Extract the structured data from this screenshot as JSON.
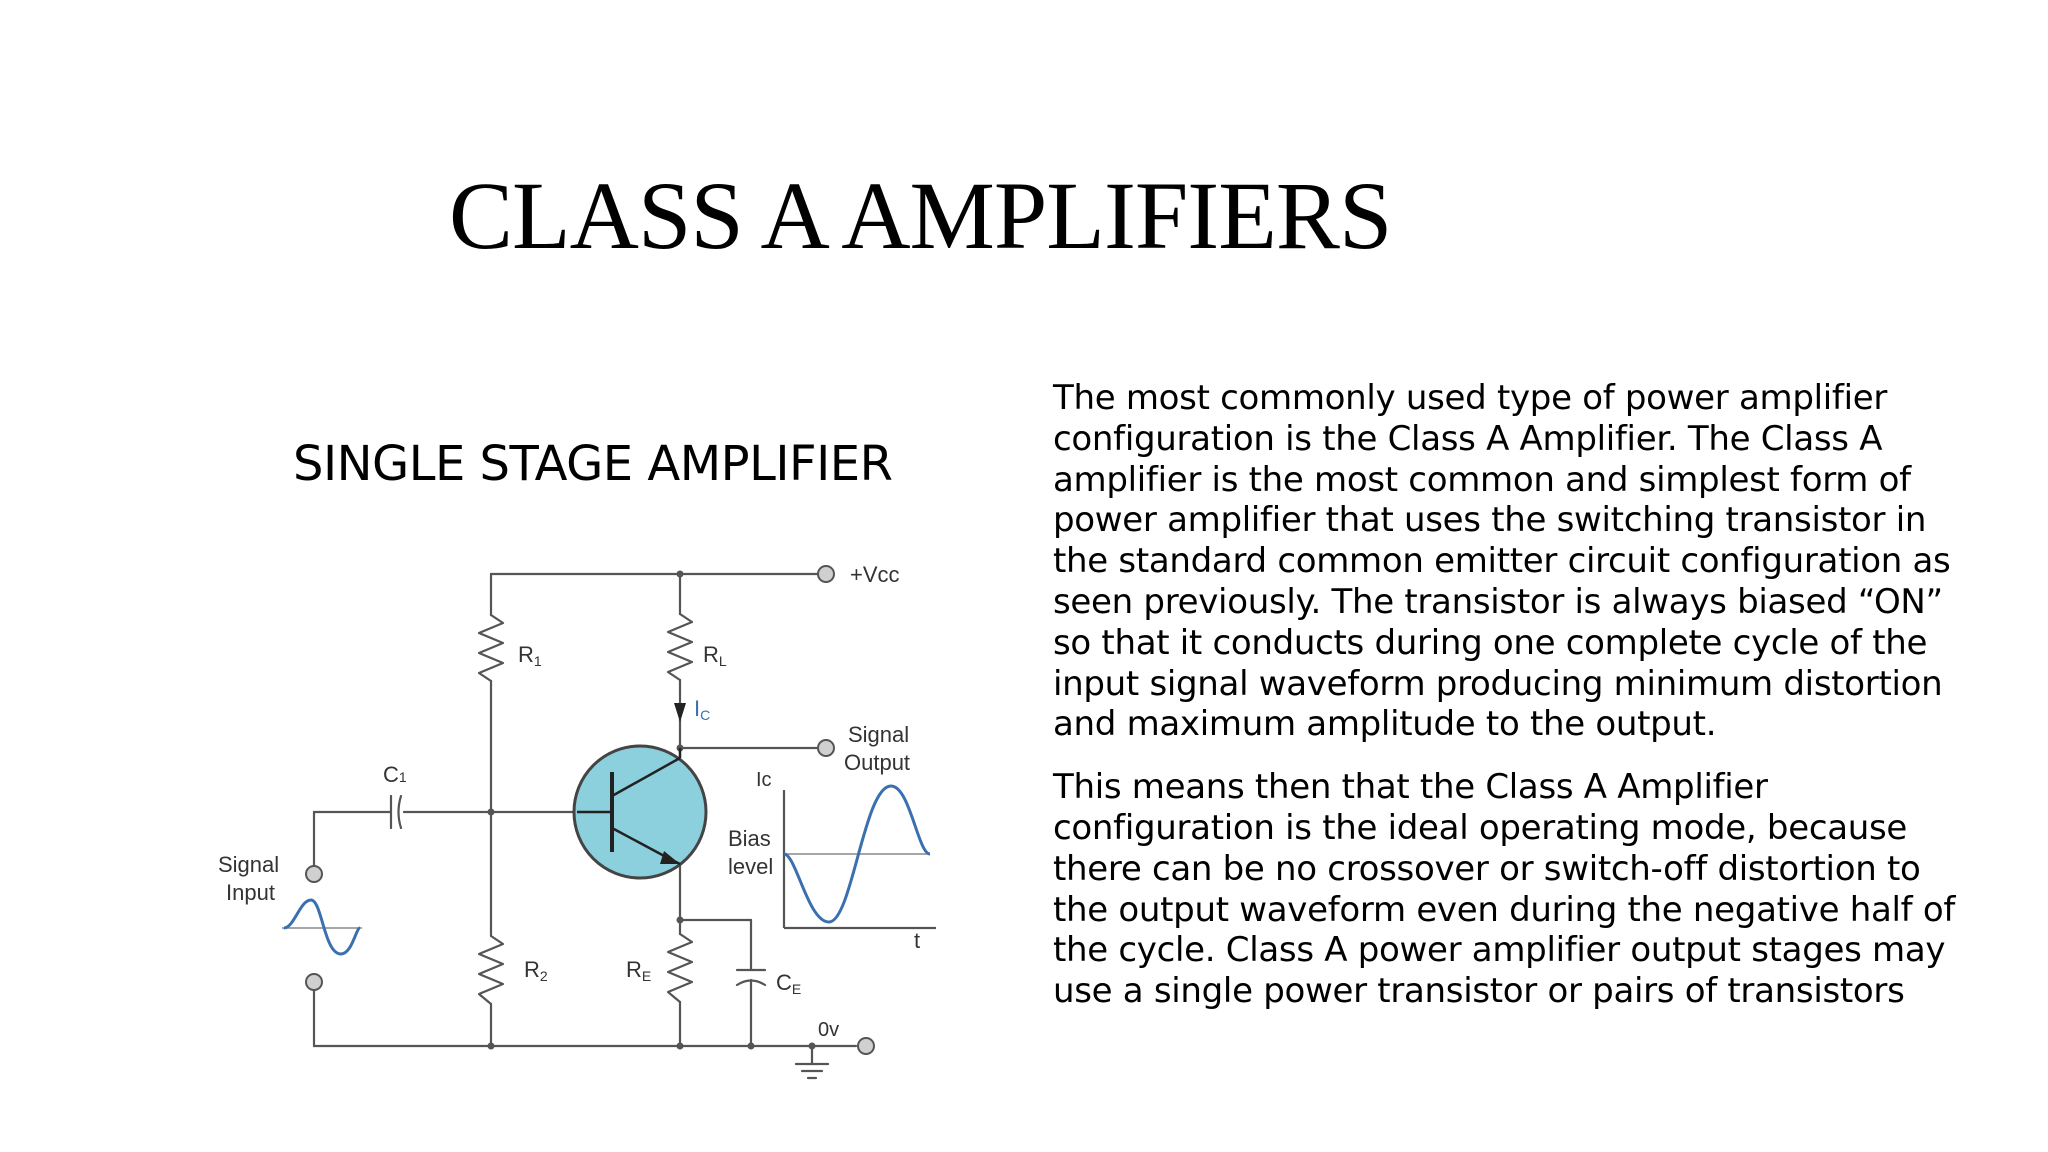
{
  "slide": {
    "title": "CLASS A AMPLIFIERS",
    "subtitle": "SINGLE STAGE AMPLIFIER"
  },
  "body": {
    "paragraph_1": "The most commonly used type of power amplifier configuration is the Class A Amplifier. The Class A amplifier is the most common and simplest form of power amplifier that uses the switching transistor in the standard common emitter circuit configuration as seen previously. The transistor is always biased “ON” so that it conducts during one complete cycle of the input signal waveform producing minimum distortion and maximum amplitude to the output.",
    "paragraph_2": "This means then that the Class A Amplifier configuration is the ideal operating mode, because there can be no crossover or switch-off distortion to the output waveform even during the negative half of the cycle. Class A power amplifier output stages may use a single power transistor or pairs of transistors"
  },
  "diagram": {
    "labels": {
      "vcc": "+Vcc",
      "r1": "R",
      "r1_sub": "1",
      "rl": "R",
      "rl_sub": "L",
      "ic_current": "I",
      "ic_current_sub": "C",
      "signal_output_line1": "Signal",
      "signal_output_line2": "Output",
      "ic_axis": "Ic",
      "c1": "C",
      "c1_sub": "1",
      "bias_line1": "Bias",
      "bias_line2": "level",
      "signal_input_line1": "Signal",
      "signal_input_line2": "Input",
      "time_axis": "t",
      "r2": "R",
      "r2_sub": "2",
      "re": "R",
      "re_sub": "E",
      "ce": "C",
      "ce_sub": "E",
      "ground": "0v"
    },
    "colors": {
      "wire": "#555555",
      "transistor_fill": "#8ccfdd",
      "waveform": "#3a6fb0",
      "terminal_fill": "#d0d0d0"
    }
  }
}
